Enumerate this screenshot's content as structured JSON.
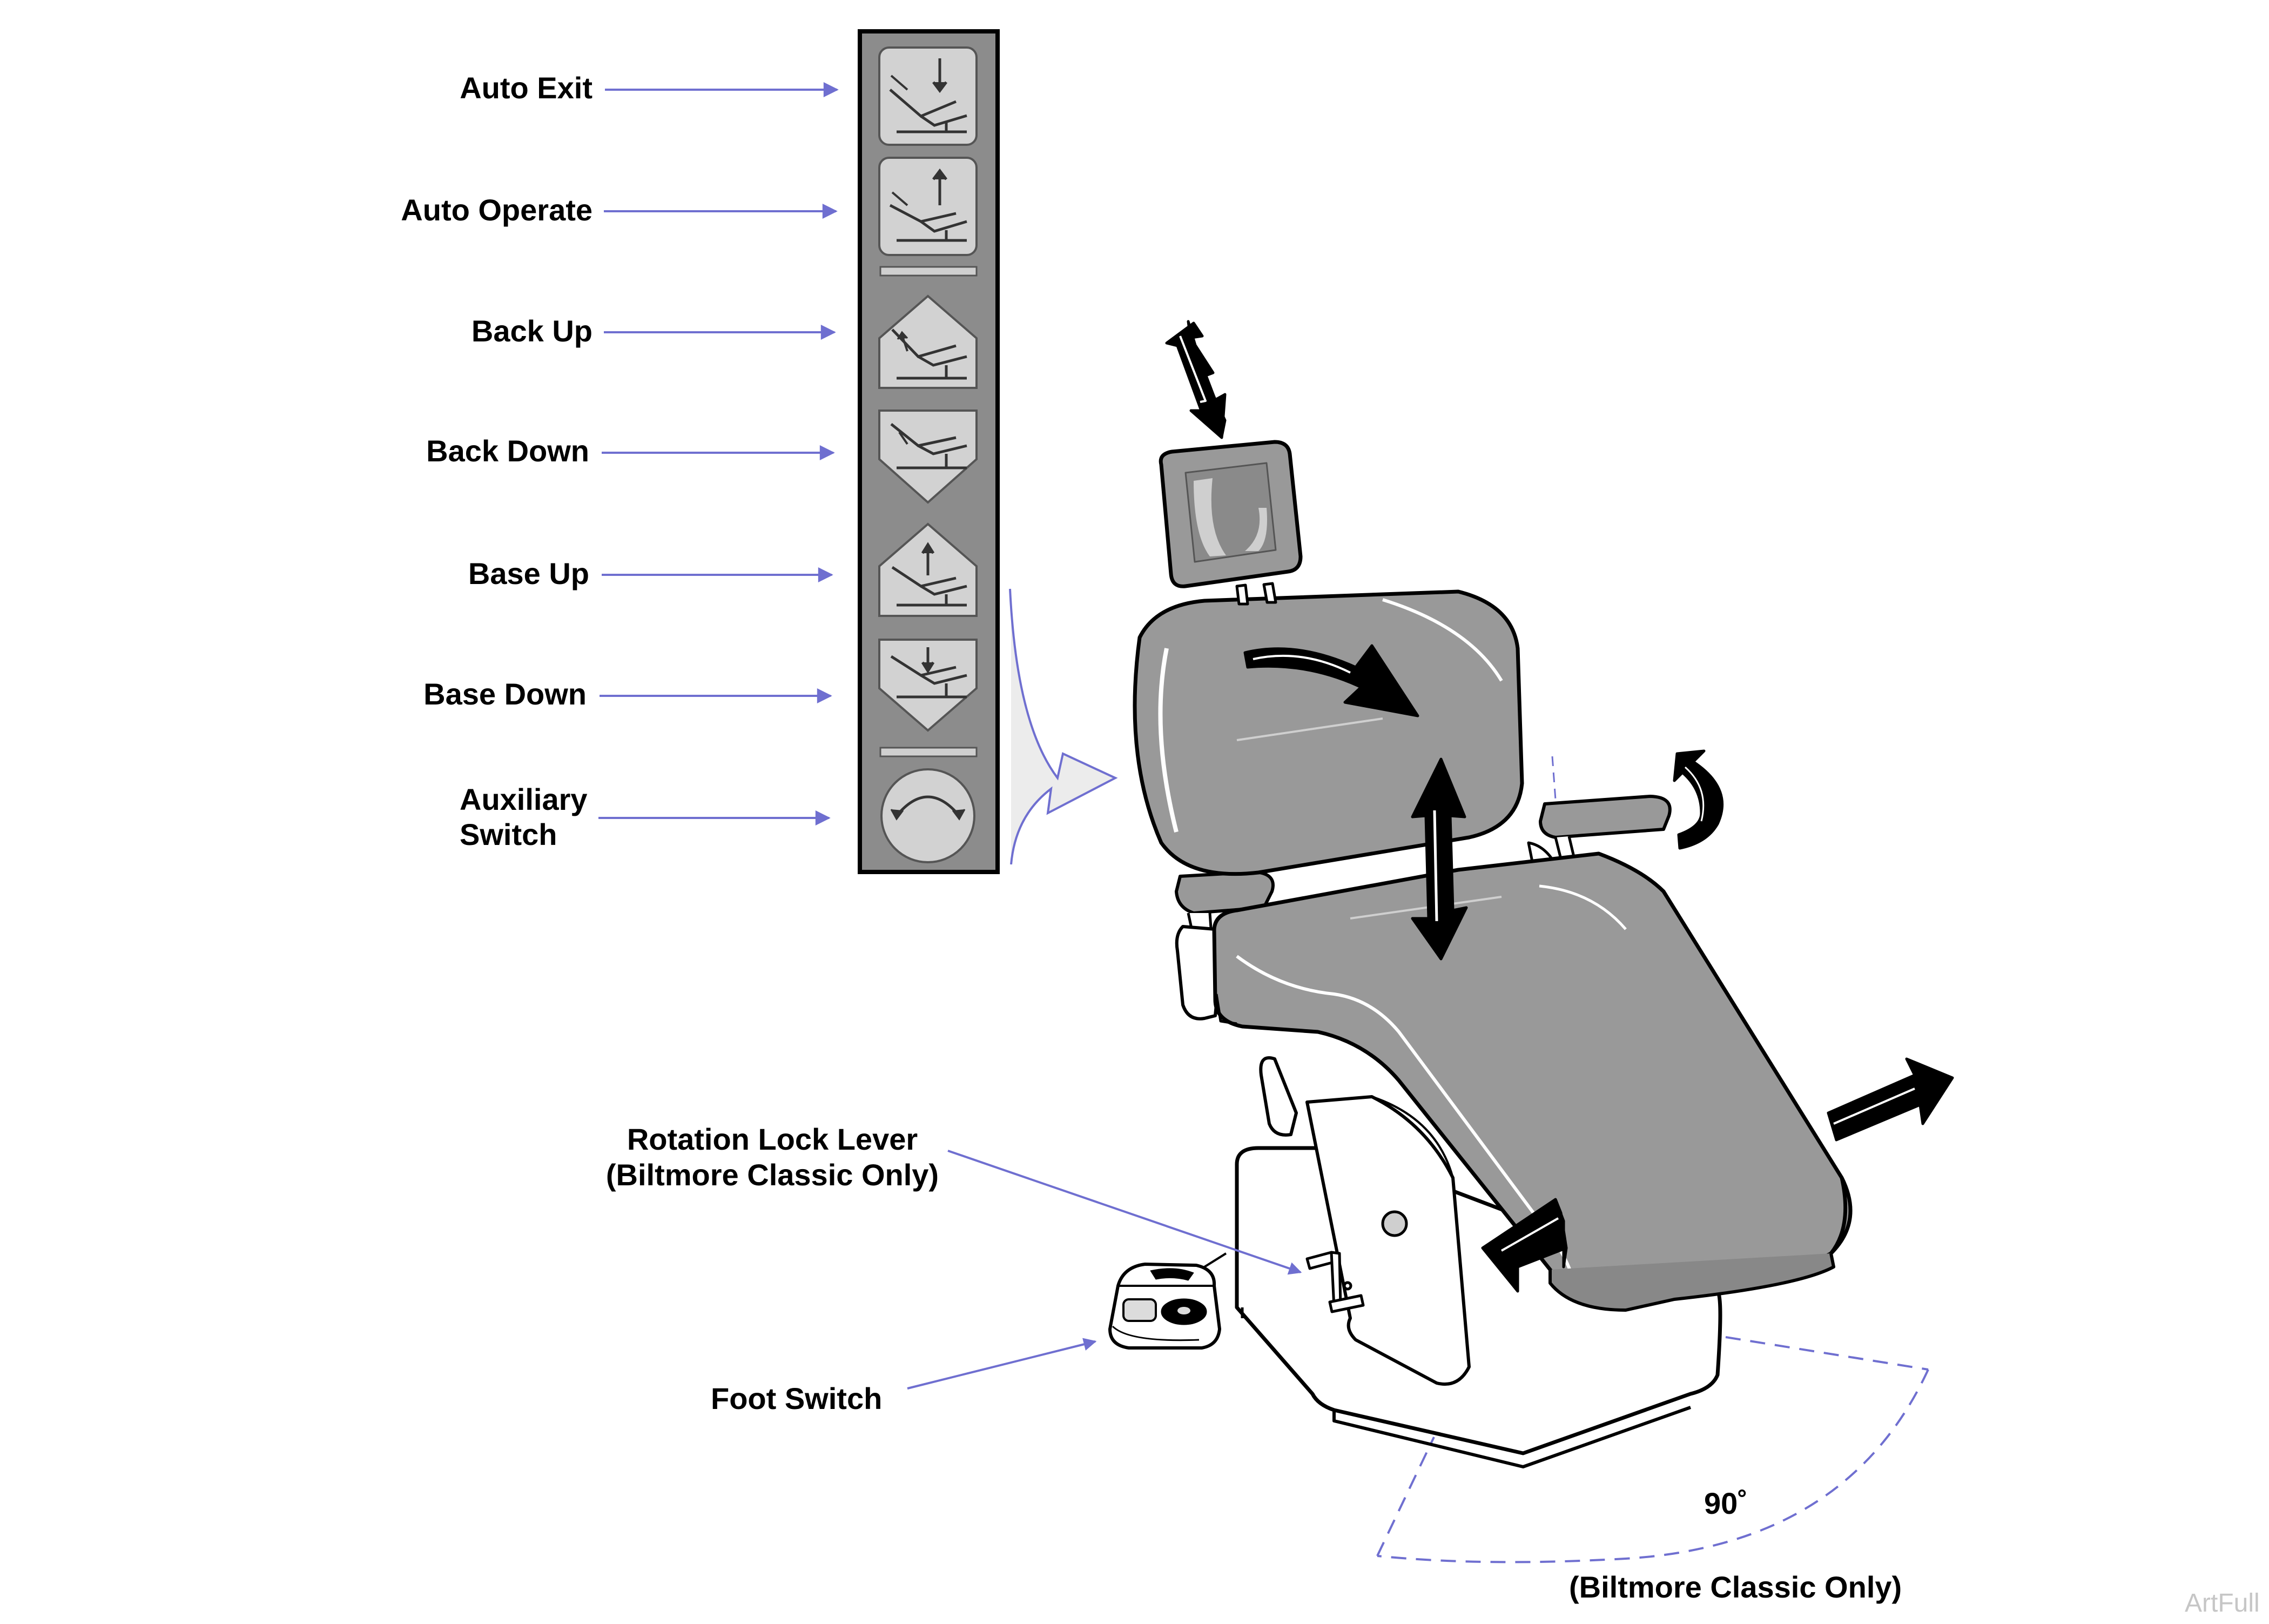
{
  "panel_labels": {
    "auto_exit": "Auto Exit",
    "auto_operate": "Auto Operate",
    "back_up": "Back Up",
    "back_down": "Back Down",
    "base_up": "Base Up",
    "base_down": "Base Down",
    "auxiliary_line1": "Auxiliary",
    "auxiliary_line2": "Switch"
  },
  "chair_labels": {
    "rotation_lock_line1": "Rotation Lock Lever",
    "rotation_lock_line2": "(Biltmore Classic Only)",
    "foot_switch": "Foot Switch",
    "angle": "90˚",
    "rotation_note": "(Biltmore Classic Only)"
  },
  "watermark": "ArtFull",
  "colors": {
    "leader_line": "#6f6fd0",
    "panel_face": "#8c8c8c",
    "button_face": "#d2d2d2",
    "upholstery": "#999999",
    "outline": "#000000"
  },
  "icons": [
    "auto-exit-icon",
    "auto-operate-icon",
    "back-up-icon",
    "back-down-icon",
    "base-up-icon",
    "base-down-icon",
    "auxiliary-switch-icon",
    "dental-chair-icon",
    "foot-switch-icon",
    "rotation-lock-lever-icon"
  ]
}
